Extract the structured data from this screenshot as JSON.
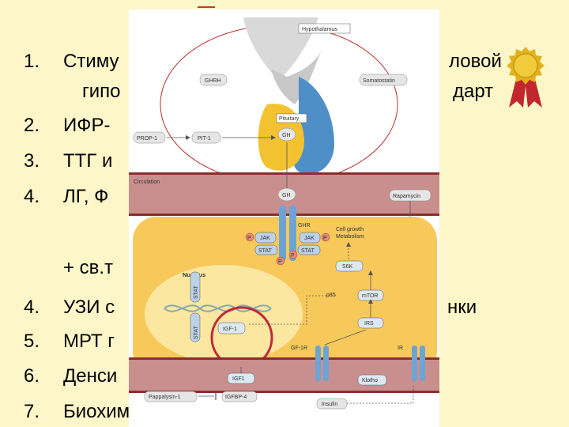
{
  "slide": {
    "items": [
      {
        "num": "1.",
        "text_a": "Стиму",
        "text_b": "ловой"
      },
      {
        "num": "",
        "text_a": "гипо",
        "text_b": "дарт"
      },
      {
        "num": "2.",
        "text_a": "ИФР-",
        "text_b": ""
      },
      {
        "num": "3.",
        "text_a": "ТТГ и",
        "text_b": ""
      },
      {
        "num": "4.",
        "text_a": "ЛГ, Ф",
        "text_b": ""
      },
      {
        "num": "",
        "text_a": "+ св.т",
        "text_b": ""
      },
      {
        "num": "4.",
        "text_a": "УЗИ с",
        "text_b": "нки"
      },
      {
        "num": "5.",
        "text_a": "МРТ г",
        "text_b": ""
      },
      {
        "num": "6.",
        "text_a": "Денси",
        "text_b": ""
      },
      {
        "num": "7.",
        "text_a": "Биохимический анализ крови",
        "text_b": ""
      }
    ]
  },
  "figure": {
    "labels": {
      "hypothalamus": "Hypothalamus",
      "ghrh": "GHRH",
      "somatostatin": "Somatostatin",
      "pituitary": "Pituitary",
      "gh": "GH",
      "prop1": "PROP-1",
      "pit1": "PIT-1",
      "circulation": "Circulation",
      "gh_circ": "GH",
      "rapamycin": "Rapamycin",
      "ghr": "GHR",
      "jak_left": "JAK",
      "jak_right": "JAK",
      "stat_left": "STAT",
      "stat_right": "STAT",
      "p1": "P",
      "p2": "P",
      "p3": "P",
      "p4": "P",
      "cell_growth": "Cell growth",
      "metabolism": "Metabolism",
      "s6k": "S6K",
      "nucleus": "Nucleus",
      "p85": "p85",
      "mtor": "mTOR",
      "stat_vert": "STAT",
      "stat_vert2": "STAT",
      "irs": "IRS",
      "igf1_gene": "IGF-1",
      "gf1r": "GF-1R",
      "ir": "IR",
      "igf1": "IGF1",
      "klotho": "Klotho",
      "pappalysin": "Pappalysin-1",
      "igfbp4": "IGFBP-4",
      "insulin": "Insulin"
    }
  },
  "badge": {
    "icon": "award-ribbon-icon"
  }
}
